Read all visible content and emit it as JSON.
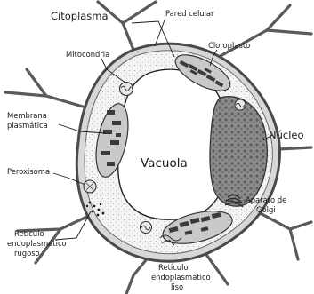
{
  "labels": {
    "citoplasma": "Citoplasma",
    "pared_celular": "Pared celular",
    "mitocondria": "Mitocondria",
    "cloroplasto": "Cloroplasto",
    "membrana_1": "Membrana",
    "membrana_2": "plasmática",
    "nucleo": "Núcleo",
    "vacuola": "Vacuola",
    "peroxisoma": "Peroxisoma",
    "aparato_1": "Aparato de",
    "aparato_2": "Golgi",
    "rer_1": "Retículo",
    "rer_2": "endoplasmático",
    "rer_3": "rugoso",
    "rel_1": "Retículo",
    "rel_2": "endoplasmático",
    "rel_3": "liso"
  }
}
